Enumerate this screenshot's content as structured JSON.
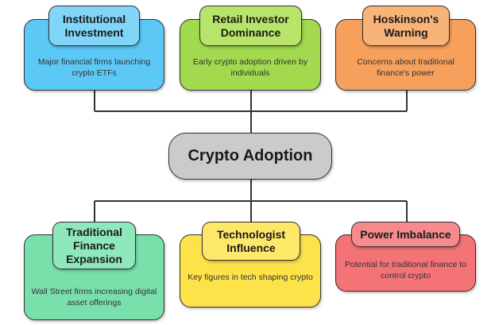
{
  "center": {
    "label": "Crypto Adoption",
    "color": "#cbcbcb"
  },
  "top_nodes": [
    {
      "title": "Institutional Investment",
      "description": "Major financial firms launching crypto ETFs",
      "color": "#5cc8f5"
    },
    {
      "title": "Retail Investor Dominance",
      "description": "Early crypto adoption driven by individuals",
      "color": "#a2d94e"
    },
    {
      "title": "Hoskinson's Warning",
      "description": "Concerns about traditional finance's power",
      "color": "#f6a05c"
    }
  ],
  "bottom_nodes": [
    {
      "title": "Traditional Finance Expansion",
      "description": "Wall Street firms increasing digital asset offerings",
      "color": "#79e0ab"
    },
    {
      "title": "Technologist Influence",
      "description": "Key figures in tech shaping crypto",
      "color": "#fde249"
    },
    {
      "title": "Power Imbalance",
      "description": "Potential for traditional finance to control crypto",
      "color": "#f37377"
    }
  ]
}
